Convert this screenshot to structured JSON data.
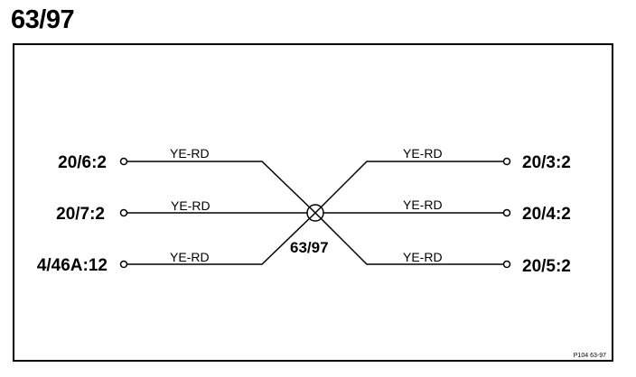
{
  "title": "63/97",
  "splice": {
    "label": "63/97"
  },
  "left_terminals": [
    {
      "label": "20/6:2",
      "wire": "YE-RD"
    },
    {
      "label": "20/7:2",
      "wire": "YE-RD"
    },
    {
      "label": "4/46A:12",
      "wire": "YE-RD"
    }
  ],
  "right_terminals": [
    {
      "label": "20/3:2",
      "wire": "YE-RD"
    },
    {
      "label": "20/4:2",
      "wire": "YE-RD"
    },
    {
      "label": "20/5:2",
      "wire": "YE-RD"
    }
  ],
  "reference_code": "P104 63-97",
  "colors": {
    "line": "#000000",
    "background": "#ffffff"
  }
}
